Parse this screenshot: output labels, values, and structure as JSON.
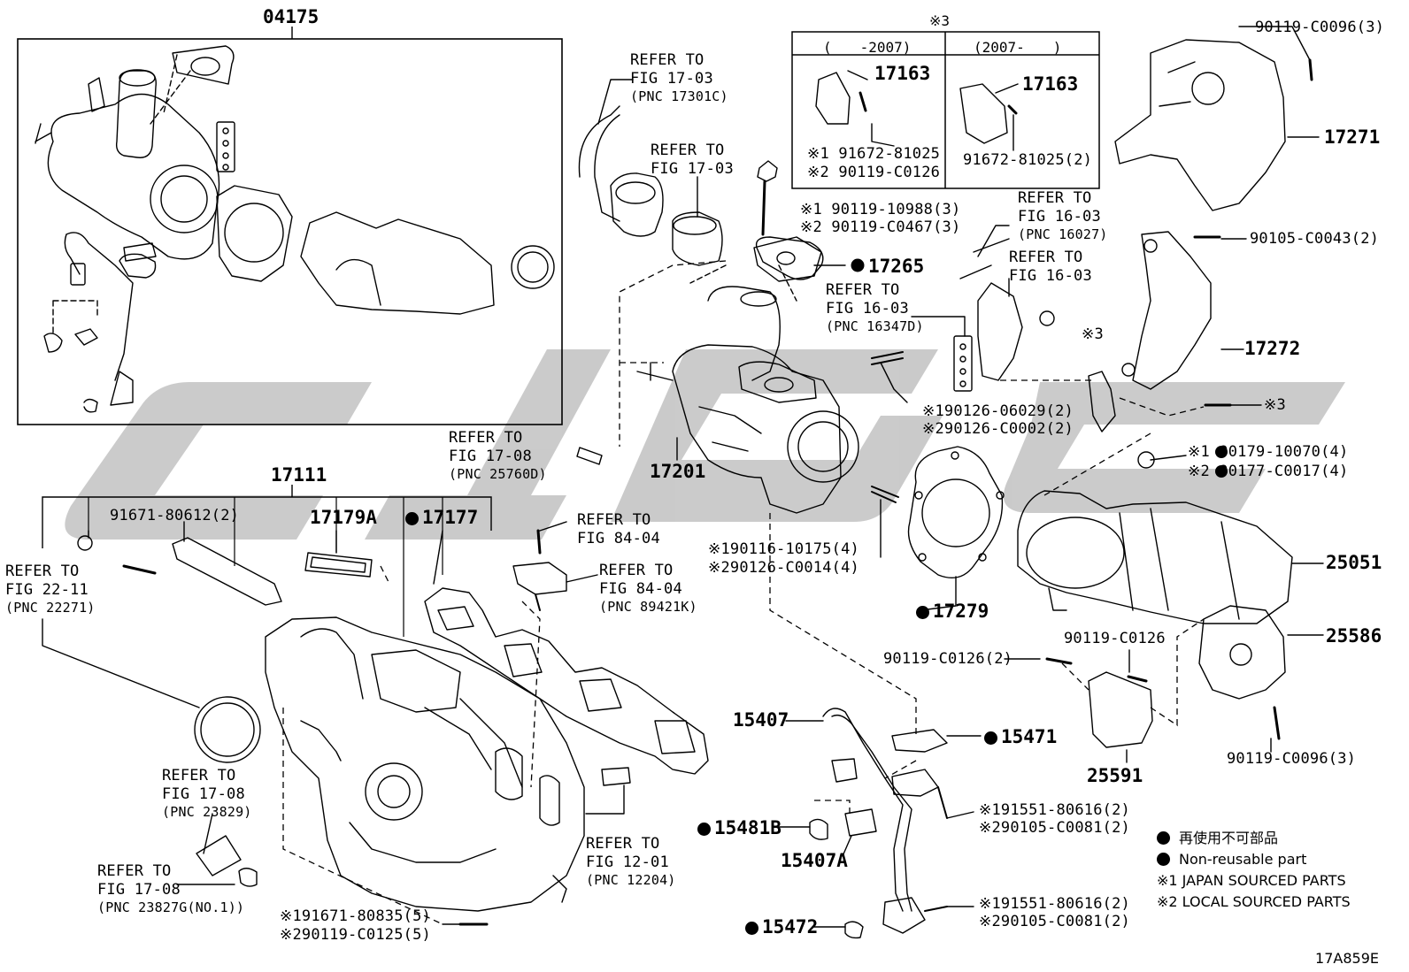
{
  "figure_code": "17A859E",
  "watermark_color": "#c8c8c8",
  "line_color": "#000000",
  "box_04175": {
    "label": "04175"
  },
  "box_17111": {
    "label": "17111"
  },
  "note3_box": {
    "mark": "※3",
    "col_left_header": "(　　-2007)",
    "col_right_header": "(2007-　　)",
    "left_part": "17163",
    "left_bolt_1": "※1 91672-81025",
    "left_bolt_2": "※2 90119-C0126",
    "right_part": "17163",
    "right_bolt": "91672-81025(2)"
  },
  "labels": {
    "p17201": "17201",
    "p17265": "17265",
    "p17271": "17271",
    "p17272": "17272",
    "p17279": "17279",
    "p25051": "25051",
    "p25586": "25586",
    "p25591": "25591",
    "p15407": "15407",
    "p15407a": "15407A",
    "p15471": "15471",
    "p15472": "15472",
    "p15481b": "15481B",
    "p17179a": "17179A",
    "p17177": "17177",
    "b90119c0096_top": "90119-C0096(3)",
    "b90105c0043": "90105-C0043(2)",
    "mark3_right": "※3",
    "mark3_bracket": "※3",
    "b_stud_1": "※1 90119-10988(3)",
    "b_stud_2": "※2 90119-C0467(3)",
    "b_nut_1": "※1 90179-10070(4)",
    "b_nut_2": "※2 90177-C0017(4)",
    "b_st1": "※190126-06029(2)",
    "b_st2": "※290126-C0002(2)",
    "b_st3": "※190116-10175(4)",
    "b_st4": "※290126-C0014(4)",
    "b91671_80612": "91671-80612(2)",
    "b90119c0126": "90119-C0126",
    "b90119c0126_2": "90119-C0126(2)",
    "b90119c0096_bot": "90119-C0096(3)",
    "b91551_a1": "※191551-80616(2)",
    "b91551_a2": "※290105-C0081(2)",
    "b91551_b1": "※191551-80616(2)",
    "b91551_b2": "※290105-C0081(2)",
    "b91671_80835": "※191671-80835(5)",
    "b90119c0125": "※290119-C0125(5)"
  },
  "refs": {
    "r1": {
      "l1": "REFER TO",
      "l2": "FIG 17-03",
      "pnc": "(PNC 17301C)"
    },
    "r2": {
      "l1": "REFER TO",
      "l2": "FIG 17-03"
    },
    "r3": {
      "l1": "REFER TO",
      "l2": "FIG 16-03",
      "pnc": "(PNC 16027)"
    },
    "r4": {
      "l1": "REFER TO",
      "l2": "FIG 16-03"
    },
    "r5": {
      "l1": "REFER TO",
      "l2": "FIG 16-03",
      "pnc": "(PNC 16347D)"
    },
    "r6": {
      "l1": "REFER TO",
      "l2": "FIG 17-08",
      "pnc": "(PNC 25760D)"
    },
    "r7": {
      "l1": "REFER TO",
      "l2": "FIG 84-04"
    },
    "r8": {
      "l1": "REFER TO",
      "l2": "FIG 84-04",
      "pnc": "(PNC 89421K)"
    },
    "r9": {
      "l1": "REFER TO",
      "l2": "FIG 22-11",
      "pnc": "(PNC 22271)"
    },
    "r10": {
      "l1": "REFER TO",
      "l2": "FIG 17-08",
      "pnc": "(PNC 23829)"
    },
    "r11": {
      "l1": "REFER TO",
      "l2": "FIG 17-08",
      "pnc": "(PNC 23827G(NO.1))"
    },
    "r12": {
      "l1": "REFER TO",
      "l2": "FIG 12-01",
      "pnc": "(PNC 12204)"
    }
  },
  "legend": {
    "jp": "再使用不可部品",
    "en": "Non-reusable part",
    "n1": "※1 JAPAN SOURCED PARTS",
    "n2": "※2 LOCAL SOURCED PARTS"
  }
}
